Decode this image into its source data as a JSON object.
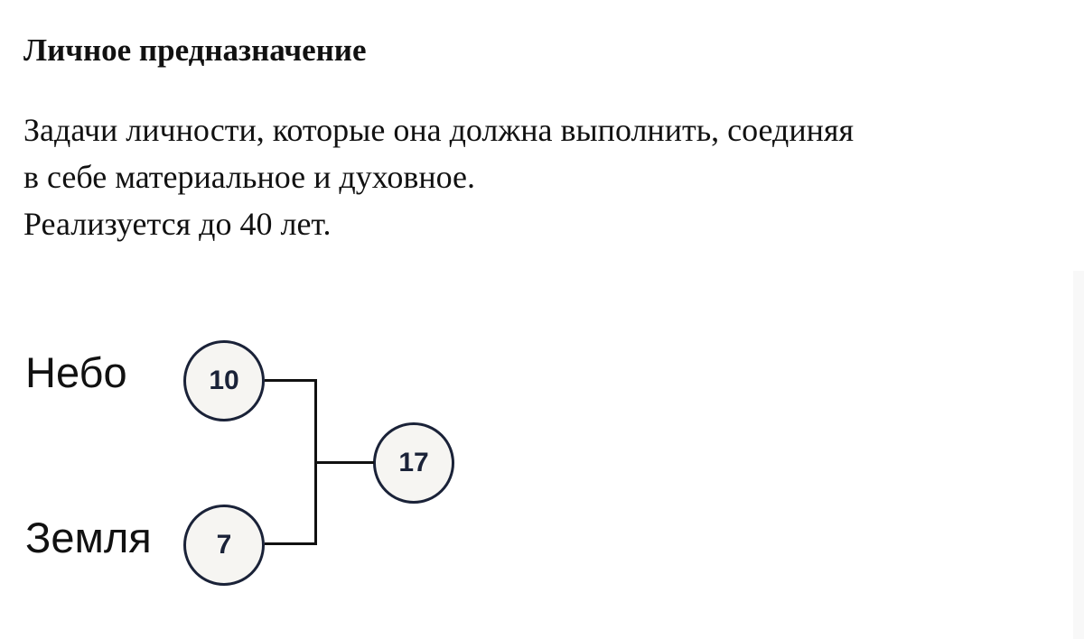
{
  "title": "Личное предназначение",
  "description": {
    "lines": [
      "Задачи личности, которые она должна выполнить, соединяя",
      "в себе материальное и духовное.",
      "Реализуется до 40 лет."
    ]
  },
  "diagram": {
    "nodes": [
      {
        "id": "sky",
        "label": "Небо",
        "value": "10"
      },
      {
        "id": "earth",
        "label": "Земля",
        "value": "7"
      },
      {
        "id": "sum",
        "label": "",
        "value": "17"
      }
    ],
    "edges": [
      {
        "from": "sky",
        "to": "sum"
      },
      {
        "from": "earth",
        "to": "sum"
      }
    ],
    "colors": {
      "node_border": "#1a2238",
      "node_fill": "#f6f5f2",
      "line": "#111111"
    }
  }
}
